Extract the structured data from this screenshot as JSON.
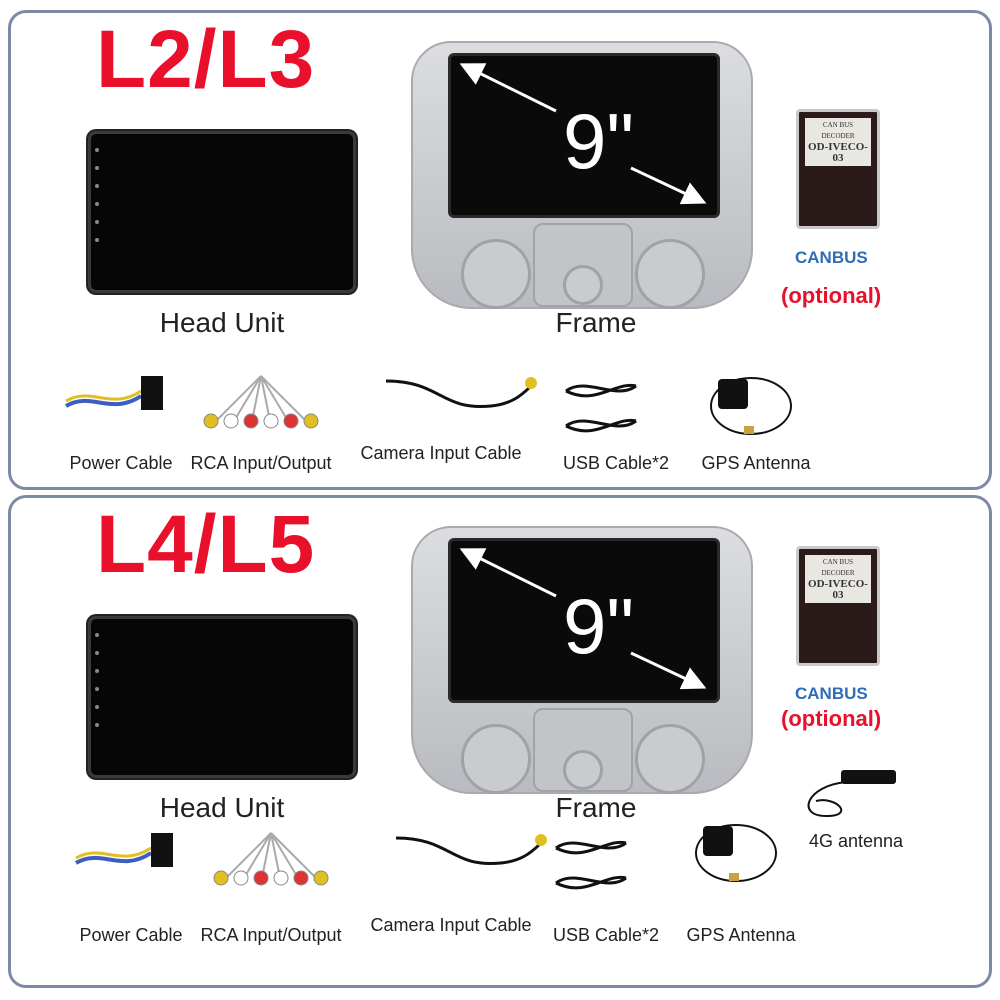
{
  "panels": [
    {
      "model": "L2/L3",
      "screen_size": "9\"",
      "head_unit": "Head Unit",
      "frame": "Frame",
      "canbus": {
        "decoder_title": "CAN BUS DECODER",
        "decoder_model": "OD-IVECO-03",
        "label": "CANBUS",
        "optional": "(optional)"
      },
      "accessories": [
        "Power Cable",
        "RCA Input/Output",
        "Camera Input Cable",
        "USB Cable*2",
        "GPS Antenna"
      ]
    },
    {
      "model": "L4/L5",
      "screen_size": "9\"",
      "head_unit": "Head Unit",
      "frame": "Frame",
      "canbus": {
        "decoder_title": "CAN BUS DECODER",
        "decoder_model": "OD-IVECO-03",
        "label": "CANBUS",
        "optional": "(optional)"
      },
      "accessories": [
        "Power Cable",
        "RCA Input/Output",
        "Camera Input Cable",
        "USB Cable*2",
        "GPS Antenna"
      ],
      "extra": "4G antenna"
    }
  ],
  "colors": {
    "model": "#e8102a",
    "canbus": "#2f6db5",
    "border": "#7d8aa6"
  }
}
